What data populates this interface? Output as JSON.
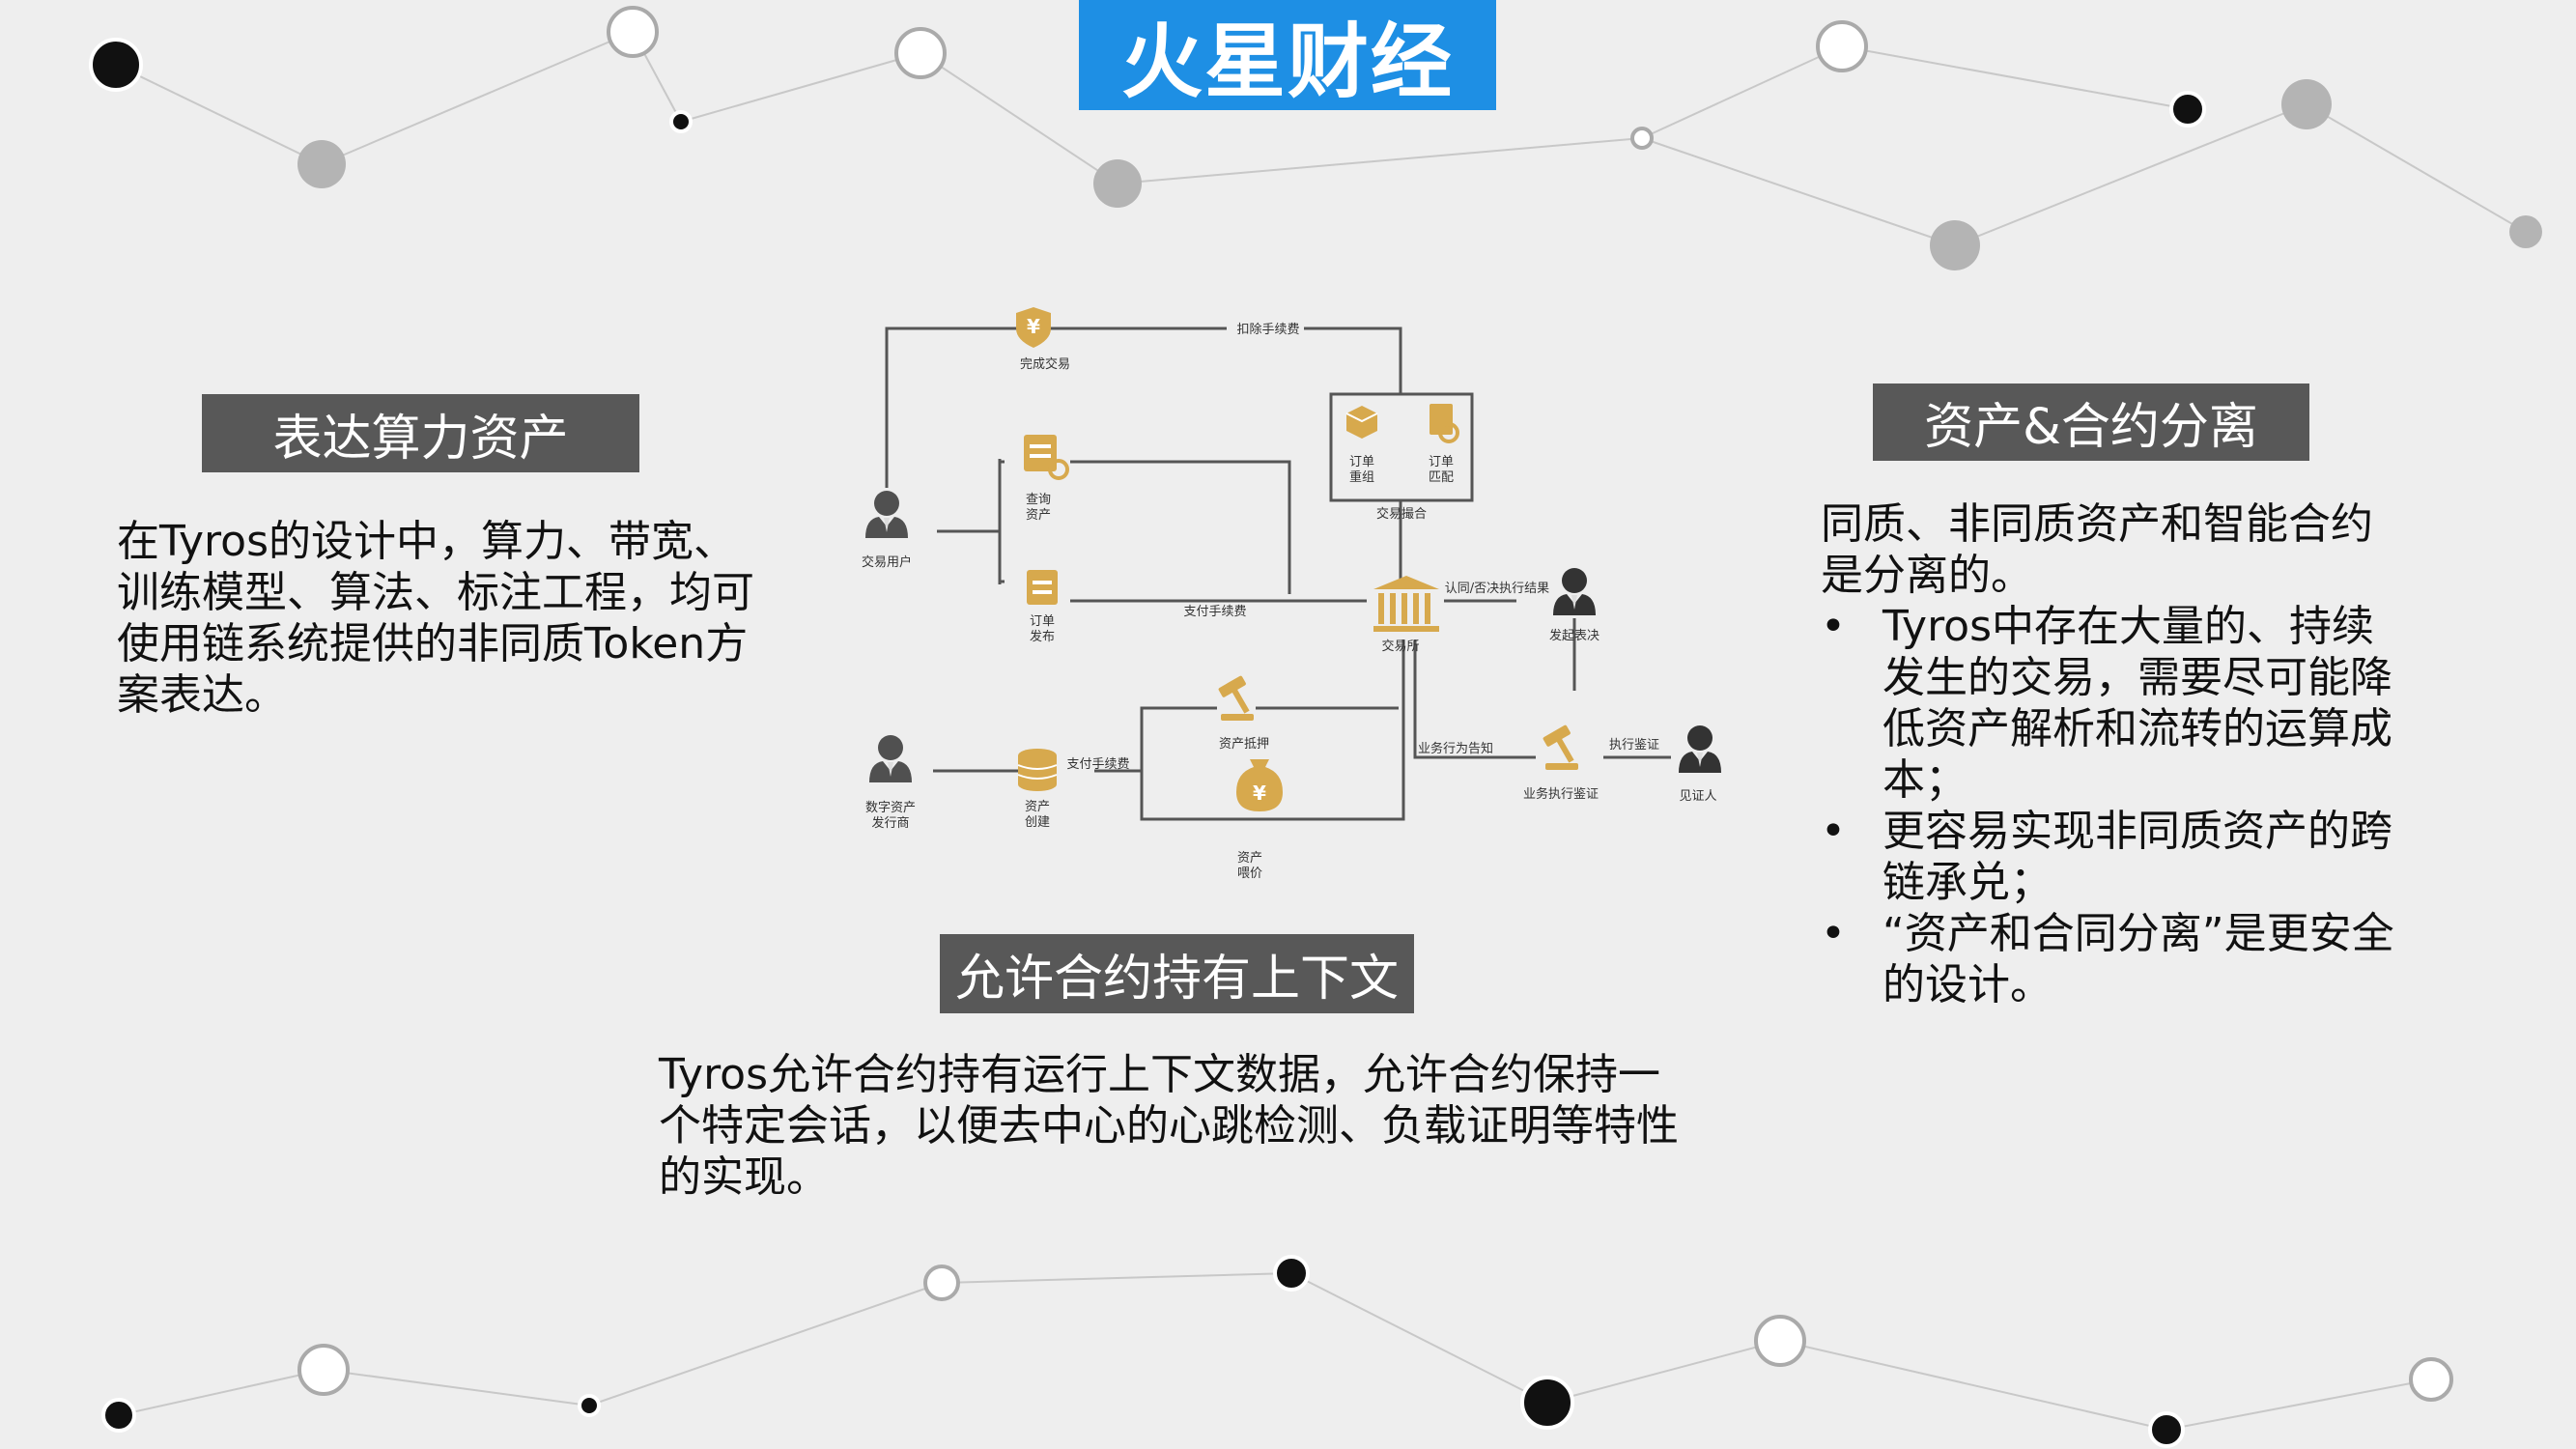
{
  "logo": {
    "text": "火星财经"
  },
  "sections": {
    "left": {
      "title": "表达算力资产",
      "text": "在Tyros的设计中，算力、带宽、训练模型、算法、标注工程，均可使用链系统提供的非同质Token方案表达。"
    },
    "center": {
      "title": "允许合约持有上下文",
      "text": "Tyros允许合约持有运行上下文数据，允许合约保持一个特定会话，以便去中心的心跳检测、负载证明等特性的实现。"
    },
    "right": {
      "title": "资产&合约分离",
      "intro": "同质、非同质资产和智能合约是分离的。",
      "bullets": [
        "Tyros中存在大量的、持续发生的交易，需要尽可能降低资产解析和流转的运算成本；",
        "更容易实现非同质资产的跨链承兑；",
        "“资产和合同分离”是更安全的设计。"
      ]
    }
  },
  "diagram": {
    "nodes": {
      "complete_tx": "完成交易",
      "query_asset": [
        "查询",
        "资产"
      ],
      "order_publish": [
        "订单",
        "发布"
      ],
      "tx_user": "交易用户",
      "order_reorg": [
        "订单",
        "重组"
      ],
      "order_match": [
        "订单",
        "匹配"
      ],
      "tx_matching": "交易撮合",
      "exchange": "交易所",
      "initiate_vote": "发起表决",
      "asset_pledge": "资产抵押",
      "asset_create": [
        "资产",
        "创建"
      ],
      "asset_issuer": [
        "数字资产",
        "发行商"
      ],
      "asset_quote": [
        "资产",
        "喂价"
      ],
      "biz_appraisal": "业务执行鉴证",
      "witness": "见证人"
    },
    "edges": {
      "deduct_fee": "扣除手续费",
      "pay_fee_1": "支付手续费",
      "pay_fee_2": "支付手续费",
      "confirm_result": "认同/否决执行结果",
      "biz_notice": "业务行为告知",
      "exec_appraisal": "执行鉴证"
    }
  },
  "colors": {
    "logo_bg": "#1e8fe4",
    "title_bg": "#585858",
    "icon_gold": "#d7a94d",
    "icon_gray": "#505050"
  }
}
